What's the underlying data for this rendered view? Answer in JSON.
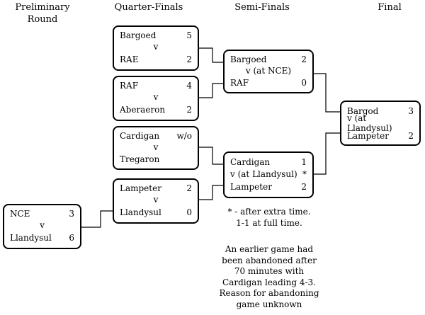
{
  "rounds": {
    "preliminary": "Preliminary\nRound",
    "quarter": "Quarter-Finals",
    "semi": "Semi-Finals",
    "final": "Final"
  },
  "matches": {
    "prelim": {
      "team1": "NCE",
      "score1": "3",
      "vs": "v",
      "team2": "Llandysul",
      "score2": "6"
    },
    "qf1": {
      "team1": "Bargoed",
      "score1": "5",
      "vs": "v",
      "team2": "RAE",
      "score2": "2"
    },
    "qf2": {
      "team1": "RAF",
      "score1": "4",
      "vs": "v",
      "team2": "Aberaeron",
      "score2": "2"
    },
    "qf3": {
      "team1": "Cardigan",
      "score1": "w/o",
      "vs": "v",
      "team2": "Tregaron",
      "score2": ""
    },
    "qf4": {
      "team1": "Lampeter",
      "score1": "2",
      "vs": "v",
      "team2": "Llandysul",
      "score2": "0"
    },
    "sf1": {
      "team1": "Bargoed",
      "score1": "2",
      "vs": "v (at NCE)",
      "vs_mark": "",
      "team2": "RAF",
      "score2": "0"
    },
    "sf2": {
      "team1": "Cardigan",
      "score1": "1",
      "vs": "v (at Llandysul)",
      "vs_mark": "*",
      "team2": "Lampeter",
      "score2": "2"
    },
    "final": {
      "team1": "Bargod",
      "score1": "3",
      "vs": "v (at Llandysul)",
      "team2": "Lampeter",
      "score2": "2"
    }
  },
  "notes": {
    "extra_time": "* - after extra time.\n1-1 at full time.",
    "abandoned": "An earlier game had\nbeen abandoned after\n70 minutes with\nCardigan leading 4-3.\nReason for abandoning\ngame unknown"
  }
}
